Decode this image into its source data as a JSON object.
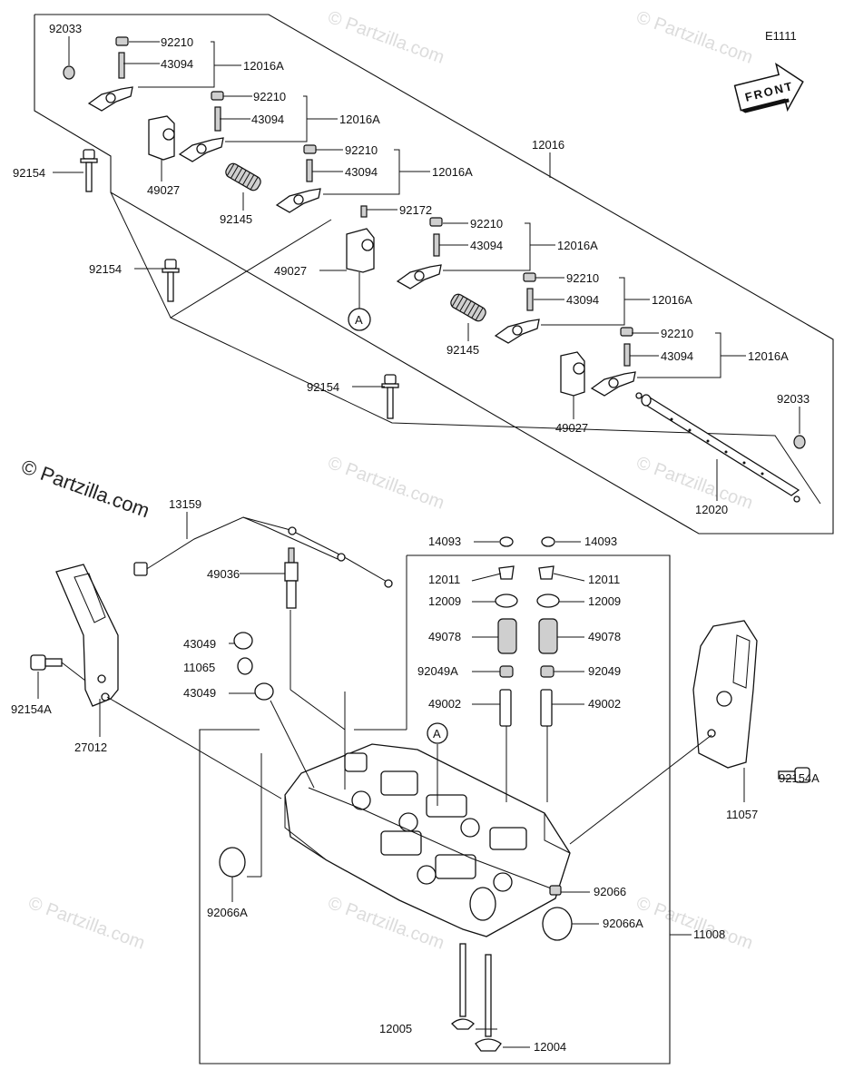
{
  "diagram_id": "E1111",
  "front_arrow_label": "FRONT",
  "watermark": "© Partzilla.com",
  "copyright": "© Partzilla.com",
  "callouts": {
    "A_top": "A",
    "A_bottom": "A"
  },
  "labels": {
    "p92033_a": "92033",
    "p92210_1": "92210",
    "p43094_1": "43094",
    "p12016A_1": "12016A",
    "p92210_2": "92210",
    "p43094_2": "43094",
    "p12016A_2": "12016A",
    "p92210_3": "92210",
    "p43094_3": "43094",
    "p12016A_3": "12016A",
    "p12016": "12016",
    "p92154_1": "92154",
    "p49027_1": "49027",
    "p92145_1": "92145",
    "p92172": "92172",
    "p92210_4": "92210",
    "p43094_4": "43094",
    "p12016A_4": "12016A",
    "p92154_2": "92154",
    "p49027_2": "49027",
    "p92210_5": "92210",
    "p43094_5": "43094",
    "p12016A_5": "12016A",
    "p92145_2": "92145",
    "p92210_6": "92210",
    "p43094_6": "43094",
    "p12016A_6": "12016A",
    "p92154_3": "92154",
    "p49027_3": "49027",
    "p92033_b": "92033",
    "p12020": "12020",
    "p13159": "13159",
    "p14093_l": "14093",
    "p14093_r": "14093",
    "p12011_l": "12011",
    "p12011_r": "12011",
    "p49036": "49036",
    "p12009_l": "12009",
    "p12009_r": "12009",
    "p49078_l": "49078",
    "p49078_r": "49078",
    "p43049_1": "43049",
    "p11065": "11065",
    "p43049_2": "43049",
    "p92049A": "92049A",
    "p92049": "92049",
    "p49002_l": "49002",
    "p49002_r": "49002",
    "p92154A_l": "92154A",
    "p27012": "27012",
    "p92154A_r": "92154A",
    "p11057": "11057",
    "p92066": "92066",
    "p92066A_l": "92066A",
    "p92066A_r": "92066A",
    "p11008": "11008",
    "p12005": "12005",
    "p12004": "12004"
  }
}
